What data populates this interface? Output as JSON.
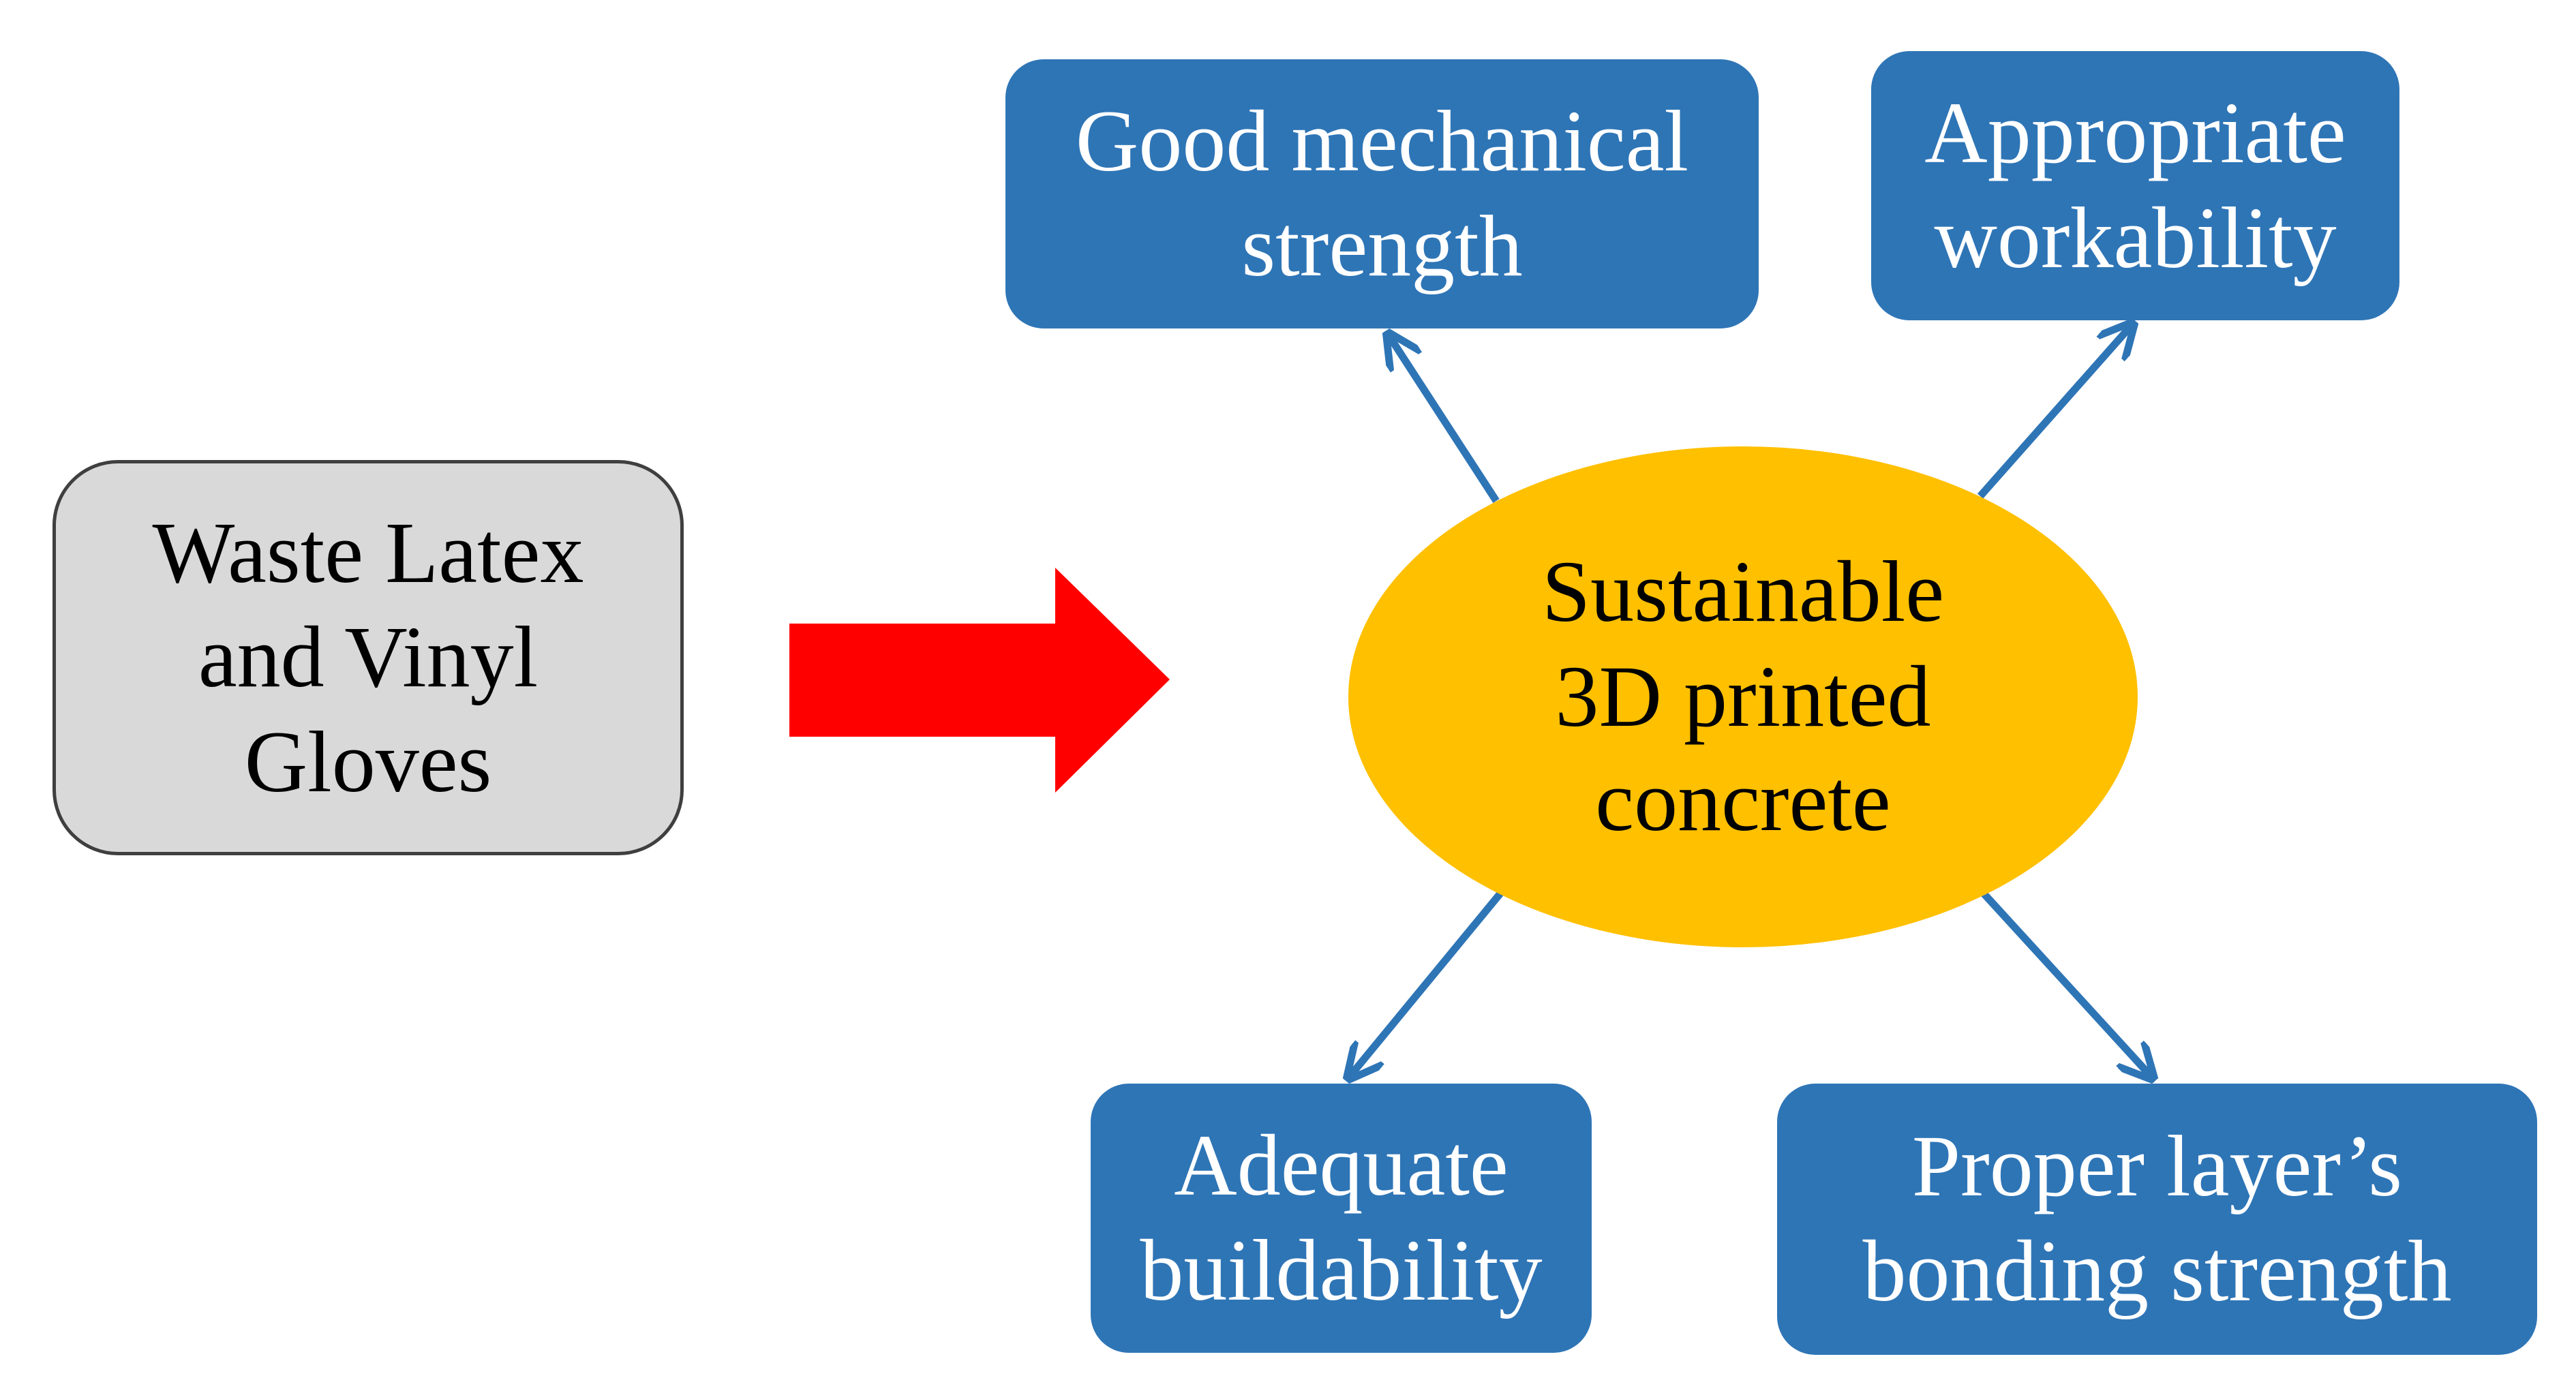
{
  "source": {
    "label": "Waste Latex\nand Vinyl\nGloves"
  },
  "center": {
    "label": "Sustainable\n3D printed\nconcrete"
  },
  "outcomes": [
    {
      "label": "Good mechanical\nstrength"
    },
    {
      "label": "Appropriate\nworkability"
    },
    {
      "label": "Adequate\nbuildability"
    },
    {
      "label": "Proper layer’s\nbonding strength"
    }
  ],
  "colors": {
    "outcome_fill": "#2e75b6",
    "connector": "#2e75b6",
    "center_fill": "#ffc000",
    "source_fill": "#d9d9d9",
    "source_border": "#3f3f3f",
    "input_arrow": "#ff0000"
  }
}
